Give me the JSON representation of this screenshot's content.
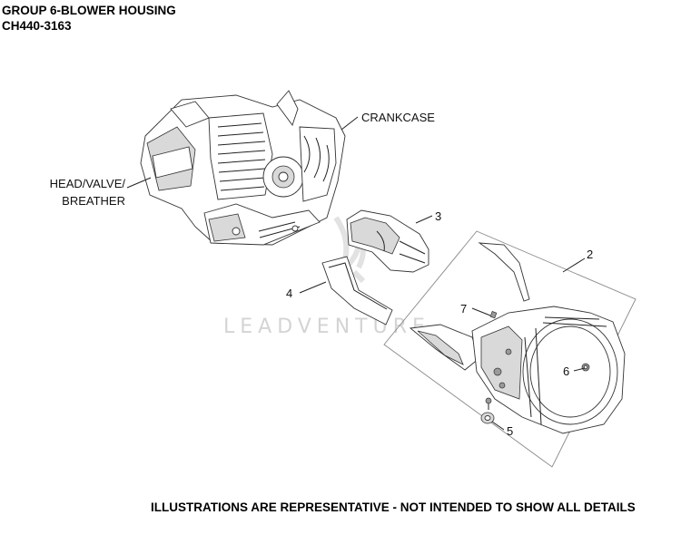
{
  "header": {
    "group_title": "GROUP 6-BLOWER HOUSING",
    "model": "CH440-3163"
  },
  "callouts": {
    "crankcase": "CRANKCASE",
    "head_line1": "HEAD/VALVE/",
    "head_line2": "BREATHER",
    "n2": "2",
    "n3": "3",
    "n4": "4",
    "n5": "5",
    "n6": "6",
    "n7": "7"
  },
  "watermark": "LEADVENTURE",
  "footer": "ILLUSTRATIONS ARE REPRESENTATIVE - NOT INTENDED TO SHOW ALL DETAILS"
}
